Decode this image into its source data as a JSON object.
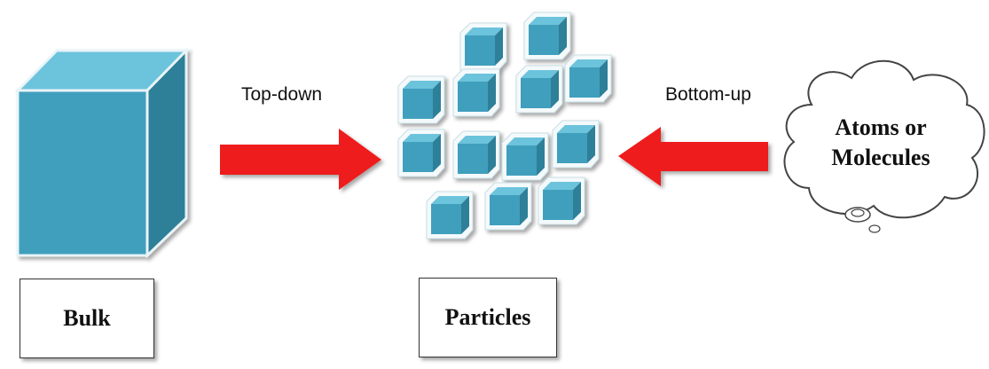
{
  "labels": {
    "bulk": "Bulk",
    "particles": "Particles",
    "top_down": "Top-down",
    "bottom_up": "Bottom-up",
    "cloud_line1": "Atoms or",
    "cloud_line2": "Molecules"
  },
  "colors": {
    "cube_front": "#3f9fbd",
    "cube_top": "#6cc3dc",
    "cube_side": "#2f7f98",
    "arrow": "#ee1c1c"
  },
  "icons": [
    "bulk-cube-icon",
    "particle-cube-icon",
    "arrow-right-icon",
    "arrow-left-icon",
    "cloud-icon"
  ]
}
